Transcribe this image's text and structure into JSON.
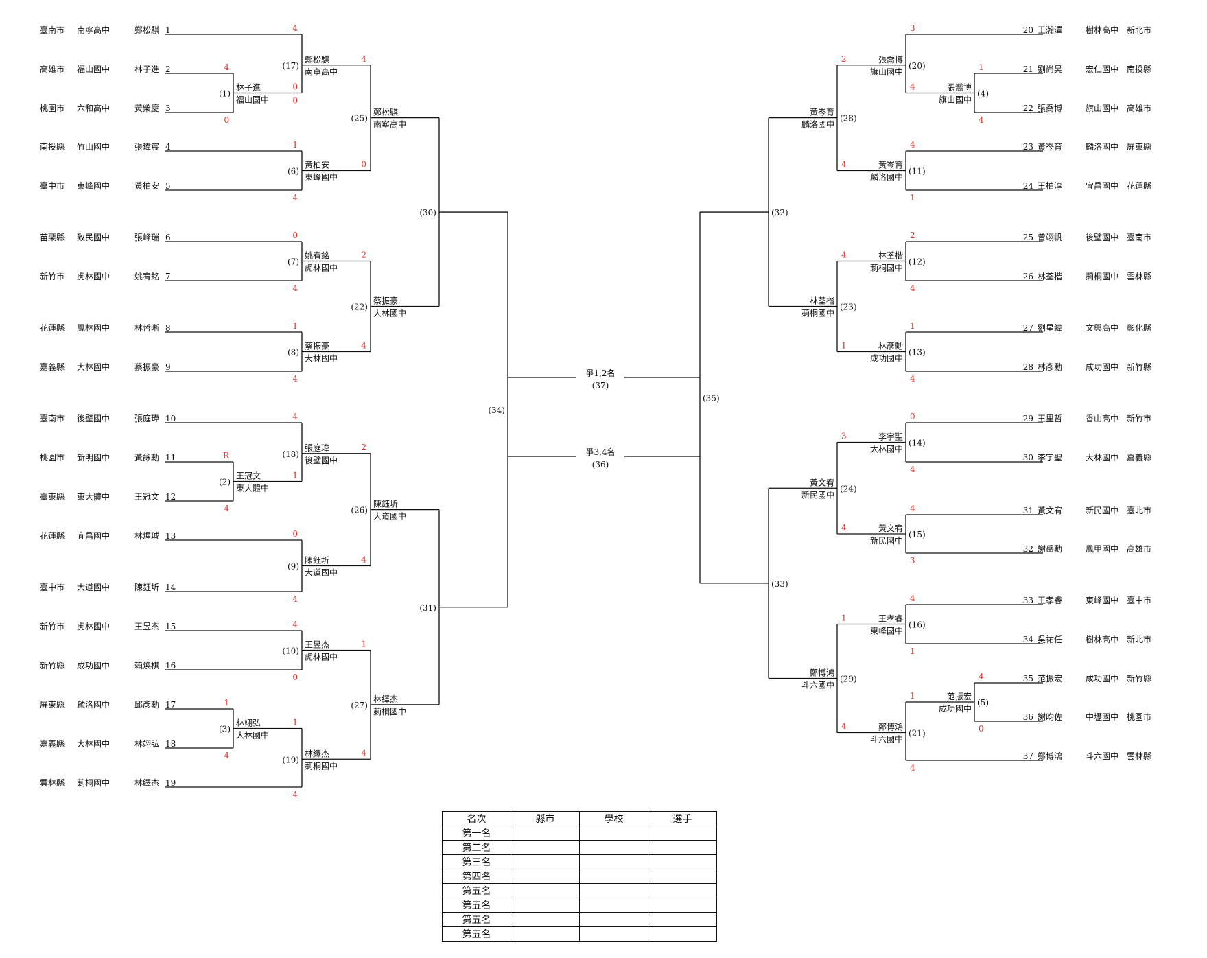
{
  "left_entrants": [
    {
      "seed": "1",
      "name": "鄭松騏",
      "school": "南寧高中",
      "city": "臺南市"
    },
    {
      "seed": "2",
      "name": "林子進",
      "school": "福山國中",
      "city": "高雄市"
    },
    {
      "seed": "3",
      "name": "黃榮慶",
      "school": "六和高中",
      "city": "桃園市"
    },
    {
      "seed": "4",
      "name": "張瑋宸",
      "school": "竹山國中",
      "city": "南投縣"
    },
    {
      "seed": "5",
      "name": "黃柏安",
      "school": "東峰國中",
      "city": "臺中市"
    },
    {
      "seed": "6",
      "name": "張峰瑞",
      "school": "致民國中",
      "city": "苗栗縣"
    },
    {
      "seed": "7",
      "name": "姚宥銘",
      "school": "虎林國中",
      "city": "新竹市"
    },
    {
      "seed": "8",
      "name": "林哲晰",
      "school": "鳳林國中",
      "city": "花蓮縣"
    },
    {
      "seed": "9",
      "name": "蔡振豪",
      "school": "大林國中",
      "city": "嘉義縣"
    },
    {
      "seed": "10",
      "name": "張庭瑋",
      "school": "後壁國中",
      "city": "臺南市"
    },
    {
      "seed": "11",
      "name": "黃詠勳",
      "school": "新明國中",
      "city": "桃園市"
    },
    {
      "seed": "12",
      "name": "王冠文",
      "school": "東大體中",
      "city": "臺東縣"
    },
    {
      "seed": "13",
      "name": "林煋珹",
      "school": "宜昌國中",
      "city": "花蓮縣"
    },
    {
      "seed": "14",
      "name": "陳鈺圻",
      "school": "大道國中",
      "city": "臺中市"
    },
    {
      "seed": "15",
      "name": "王昱杰",
      "school": "虎林國中",
      "city": "新竹市"
    },
    {
      "seed": "16",
      "name": "賴煥棋",
      "school": "成功國中",
      "city": "新竹縣"
    },
    {
      "seed": "17",
      "name": "邱彥勳",
      "school": "麟洛國中",
      "city": "屏東縣"
    },
    {
      "seed": "18",
      "name": "林翊弘",
      "school": "大林國中",
      "city": "嘉義縣"
    },
    {
      "seed": "19",
      "name": "林繹杰",
      "school": "莿桐國中",
      "city": "雲林縣"
    }
  ],
  "right_entrants": [
    {
      "seed": "20",
      "name": "王瀚澤",
      "school": "樹林高中",
      "city": "新北市"
    },
    {
      "seed": "21",
      "name": "劉尚昊",
      "school": "宏仁國中",
      "city": "南投縣"
    },
    {
      "seed": "22",
      "name": "張喬博",
      "school": "旗山國中",
      "city": "高雄市"
    },
    {
      "seed": "23",
      "name": "黃岑育",
      "school": "麟洛國中",
      "city": "屏東縣"
    },
    {
      "seed": "24",
      "name": "王柏淳",
      "school": "宜昌國中",
      "city": "花蓮縣"
    },
    {
      "seed": "25",
      "name": "曾翊帆",
      "school": "後壁國中",
      "city": "臺南市"
    },
    {
      "seed": "26",
      "name": "林荃楷",
      "school": "莿桐國中",
      "city": "雲林縣"
    },
    {
      "seed": "27",
      "name": "劉星緯",
      "school": "文興高中",
      "city": "彰化縣"
    },
    {
      "seed": "28",
      "name": "林彥勳",
      "school": "成功國中",
      "city": "新竹縣"
    },
    {
      "seed": "29",
      "name": "王里哲",
      "school": "香山高中",
      "city": "新竹市"
    },
    {
      "seed": "30",
      "name": "李宇聖",
      "school": "大林國中",
      "city": "嘉義縣"
    },
    {
      "seed": "31",
      "name": "黃文宥",
      "school": "新民國中",
      "city": "臺北市"
    },
    {
      "seed": "32",
      "name": "謝岳勳",
      "school": "鳳甲國中",
      "city": "高雄市"
    },
    {
      "seed": "33",
      "name": "王孝睿",
      "school": "東峰國中",
      "city": "臺中市"
    },
    {
      "seed": "34",
      "name": "吳祐任",
      "school": "樹林高中",
      "city": "新北市"
    },
    {
      "seed": "35",
      "name": "范振宏",
      "school": "成功國中",
      "city": "新竹縣"
    },
    {
      "seed": "36",
      "name": "謝昀佐",
      "school": "中壢國中",
      "city": "桃園市"
    },
    {
      "seed": "37",
      "name": "鄭博鴻",
      "school": "斗六國中",
      "city": "雲林縣"
    }
  ],
  "matches_left": [
    {
      "no": "(1)",
      "winner": "林子進",
      "school": "福山國中",
      "score_top": "4",
      "score_bottom": "0",
      "score_out": "0"
    },
    {
      "no": "(17)",
      "winner": "鄭松騏",
      "school": "南寧高中",
      "score_top": "4",
      "score_bottom": "0",
      "score_out": "4"
    },
    {
      "no": "(6)",
      "winner": "黃柏安",
      "school": "東峰國中",
      "score_top": "1",
      "score_bottom": "4",
      "score_out": "0"
    },
    {
      "no": "(25)",
      "winner": "鄭松騏",
      "school": "南寧高中"
    },
    {
      "no": "(7)",
      "winner": "姚宥銘",
      "school": "虎林國中",
      "score_top": "0",
      "score_bottom": "4",
      "score_out": "2"
    },
    {
      "no": "(8)",
      "winner": "蔡振豪",
      "school": "大林國中",
      "score_top": "1",
      "score_bottom": "4",
      "score_out": "4"
    },
    {
      "no": "(22)",
      "winner": "蔡振豪",
      "school": "大林國中"
    },
    {
      "no": "(30)"
    },
    {
      "no": "(2)",
      "winner": "王冠文",
      "school": "東大體中",
      "score_top": "R",
      "score_bottom": "4",
      "score_out": "1"
    },
    {
      "no": "(18)",
      "winner": "張庭瑋",
      "school": "後壁國中",
      "score_top": "4",
      "score_out": "2"
    },
    {
      "no": "(9)",
      "winner": "陳鈺圻",
      "school": "大道國中",
      "score_top": "0",
      "score_bottom": "4",
      "score_out": "4"
    },
    {
      "no": "(26)",
      "winner": "陳鈺圻",
      "school": "大道國中"
    },
    {
      "no": "(10)",
      "winner": "王昱杰",
      "school": "虎林國中",
      "score_top": "4",
      "score_bottom": "0",
      "score_out": "1"
    },
    {
      "no": "(3)",
      "winner": "林翊弘",
      "school": "大林國中",
      "score_top": "1",
      "score_bottom": "4",
      "score_out": "1"
    },
    {
      "no": "(19)",
      "winner": "林繹杰",
      "school": "莿桐國中",
      "score_bottom": "4",
      "score_out": "4"
    },
    {
      "no": "(27)",
      "winner": "林繹杰",
      "school": "莿桐國中"
    },
    {
      "no": "(31)"
    },
    {
      "no": "(34)"
    }
  ],
  "matches_right": [
    {
      "no": "(4)",
      "winner": "張喬博",
      "school": "旗山國中",
      "score_top": "1",
      "score_bottom": "4",
      "score_out": "4"
    },
    {
      "no": "(20)",
      "winner": "張喬博",
      "school": "旗山國中",
      "score_top": "3",
      "score_out": "2"
    },
    {
      "no": "(11)",
      "winner": "黃岑育",
      "school": "麟洛國中",
      "score_top": "4",
      "score_bottom": "1",
      "score_out": "4"
    },
    {
      "no": "(28)",
      "winner": "黃岑育",
      "school": "麟洛國中"
    },
    {
      "no": "(12)",
      "winner": "林荃楷",
      "school": "莿桐國中",
      "score_top": "2",
      "score_bottom": "4",
      "score_out": "4"
    },
    {
      "no": "(13)",
      "winner": "林彥勳",
      "school": "成功國中",
      "score_top": "1",
      "score_bottom": "4",
      "score_out": "1"
    },
    {
      "no": "(23)",
      "winner": "林荃楷",
      "school": "莿桐國中"
    },
    {
      "no": "(32)"
    },
    {
      "no": "(14)",
      "winner": "李宇聖",
      "school": "大林國中",
      "score_top": "0",
      "score_bottom": "4",
      "score_out": "3"
    },
    {
      "no": "(15)",
      "winner": "黃文宥",
      "school": "新民國中",
      "score_top": "4",
      "score_bottom": "3",
      "score_out": "4"
    },
    {
      "no": "(24)",
      "winner": "黃文宥",
      "school": "新民國中"
    },
    {
      "no": "(16)",
      "winner": "王孝睿",
      "school": "東峰國中",
      "score_top": "4",
      "score_bottom": "1",
      "score_out": "1"
    },
    {
      "no": "(5)",
      "winner": "范振宏",
      "school": "成功國中",
      "score_top": "4",
      "score_bottom": "0",
      "score_out": "1"
    },
    {
      "no": "(21)",
      "winner": "鄭博鴻",
      "school": "斗六國中",
      "score_bottom": "4",
      "score_out": "4"
    },
    {
      "no": "(29)",
      "winner": "鄭博鴻",
      "school": "斗六國中"
    },
    {
      "no": "(33)"
    },
    {
      "no": "(35)"
    }
  ],
  "finals": [
    {
      "label": "爭1,2名",
      "no": "(37)"
    },
    {
      "label": "爭3,4名",
      "no": "(36)"
    }
  ],
  "standings": {
    "headers": [
      "名次",
      "縣市",
      "學校",
      "選手"
    ],
    "ranks": [
      "第一名",
      "第二名",
      "第三名",
      "第四名",
      "第五名",
      "第五名",
      "第五名",
      "第五名"
    ]
  }
}
